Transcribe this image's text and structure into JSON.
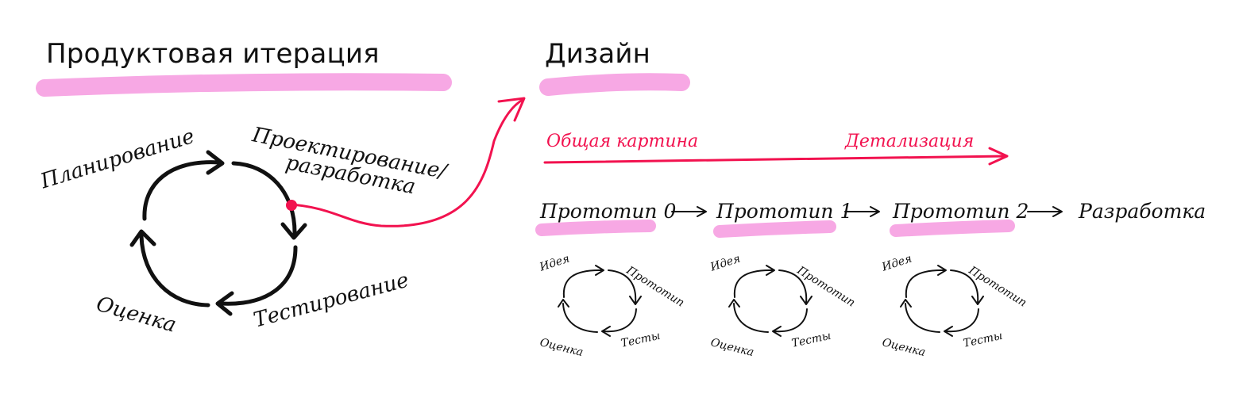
{
  "product": {
    "title": "Продуктовая итерация",
    "stages": {
      "planning": "Планирование",
      "design_dev_line1": "Проектирование/",
      "design_dev_line2": "разработка",
      "testing": "Тестирование",
      "evaluation": "Оценка"
    }
  },
  "design": {
    "title": "Дизайн",
    "scale_start": "Общая картина",
    "scale_end": "Детализация",
    "steps": [
      "Прототип 0",
      "Прототип 1",
      "Прототип 2",
      "Разработка"
    ],
    "mini_cycle": {
      "idea": "Идея",
      "prototype": "Прототип",
      "tests": "Тесты",
      "evaluation": "Оценка"
    }
  },
  "colors": {
    "highlight": "#f7a8e4",
    "accent": "#f2124f",
    "ink": "#111111"
  }
}
